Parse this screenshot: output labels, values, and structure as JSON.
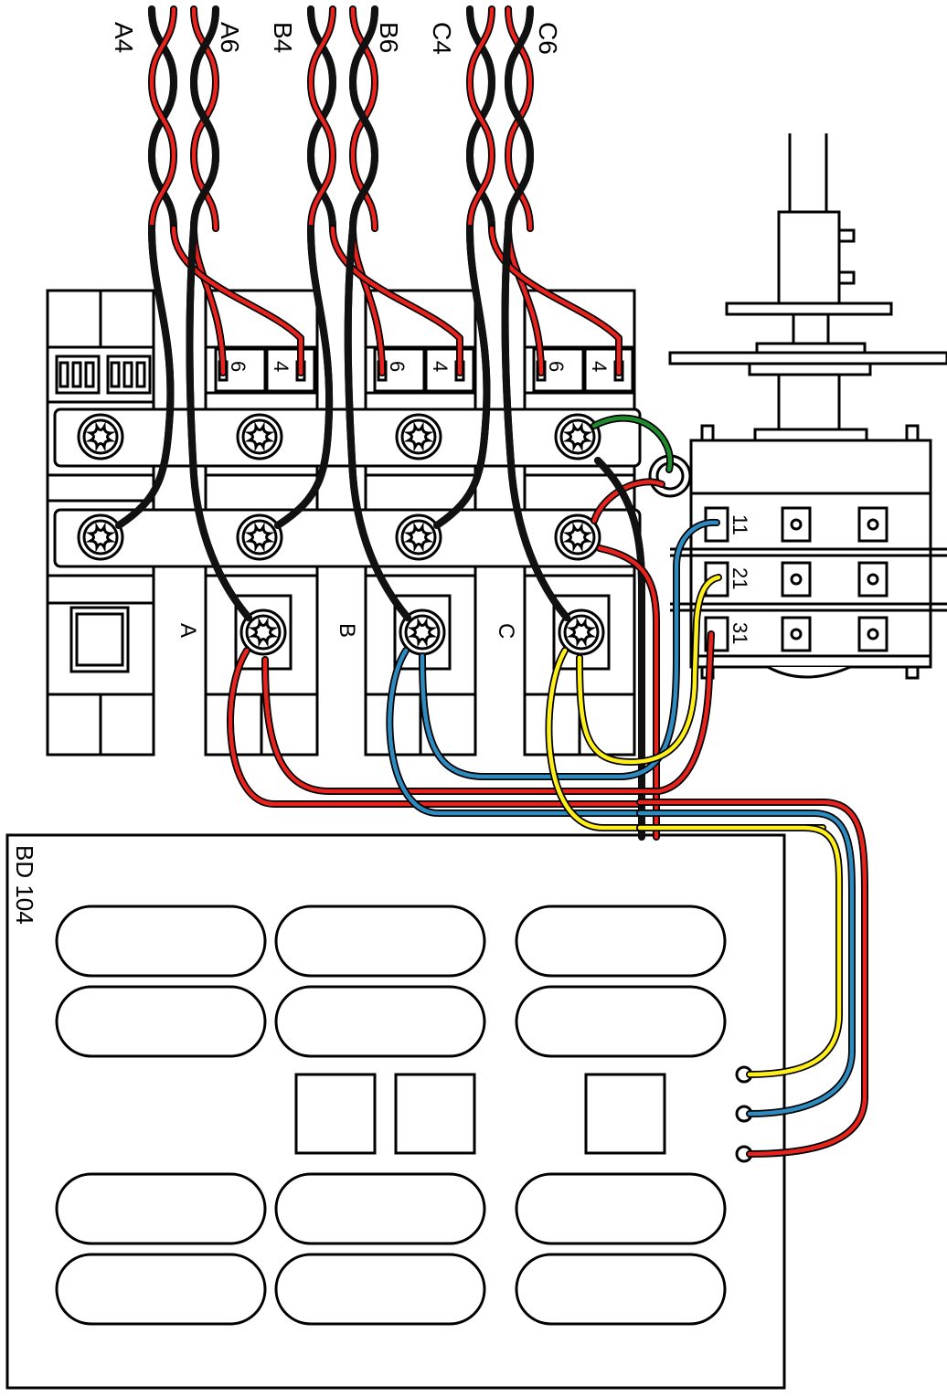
{
  "wire_labels": [
    "A4",
    "A6",
    "B4",
    "B6",
    "C4",
    "C6"
  ],
  "breaker": {
    "pole_labels": [
      "A",
      "B",
      "C"
    ],
    "terminal_labels": [
      "6",
      "4"
    ]
  },
  "switch": {
    "contact_labels": [
      "11",
      "21",
      "31"
    ]
  },
  "board": {
    "title": "BD 104"
  },
  "colors": {
    "red": "#e8231e",
    "black": "#111111",
    "blue": "#2e8bc0",
    "yellow": "#ffef1a",
    "green": "#1f8a2e"
  }
}
